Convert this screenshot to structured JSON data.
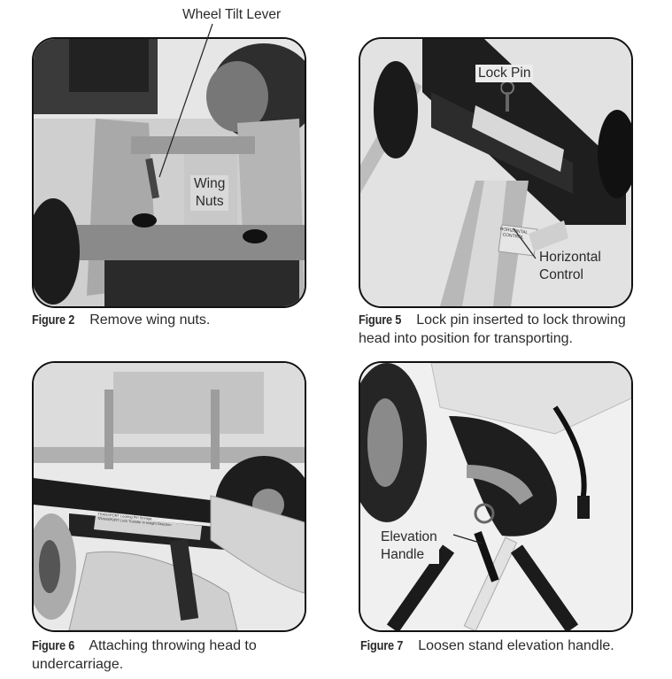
{
  "callouts": {
    "wheel_tilt_lever": "Wheel Tilt Lever",
    "wing_nuts_line1": "Wing",
    "wing_nuts_line2": "Nuts",
    "lock_pin": "Lock Pin",
    "horizontal_control_line1": "Horizontal",
    "horizontal_control_line2": "Control",
    "elevation_handle_line1": "Elevation",
    "elevation_handle_line2": "Handle"
  },
  "figures": [
    {
      "label": "Figure 2",
      "caption": "Remove wing nuts."
    },
    {
      "label": "Figure 5",
      "caption": "Lock pin inserted to lock throwing head into position for transporting."
    },
    {
      "label": "Figure 6",
      "caption": "Attaching throwing head to undercarriage."
    },
    {
      "label": "Figure 7",
      "caption": "Loosen stand elevation handle."
    }
  ],
  "photo_text": {
    "horizontal_control_sticker": "HORIZONTAL CONTROL",
    "transport_sticker_line1": "TRANSPORT Locking Pin Storage",
    "transport_sticker_line2": "TRANSPORT Lock Transfer in Insight Direction"
  }
}
